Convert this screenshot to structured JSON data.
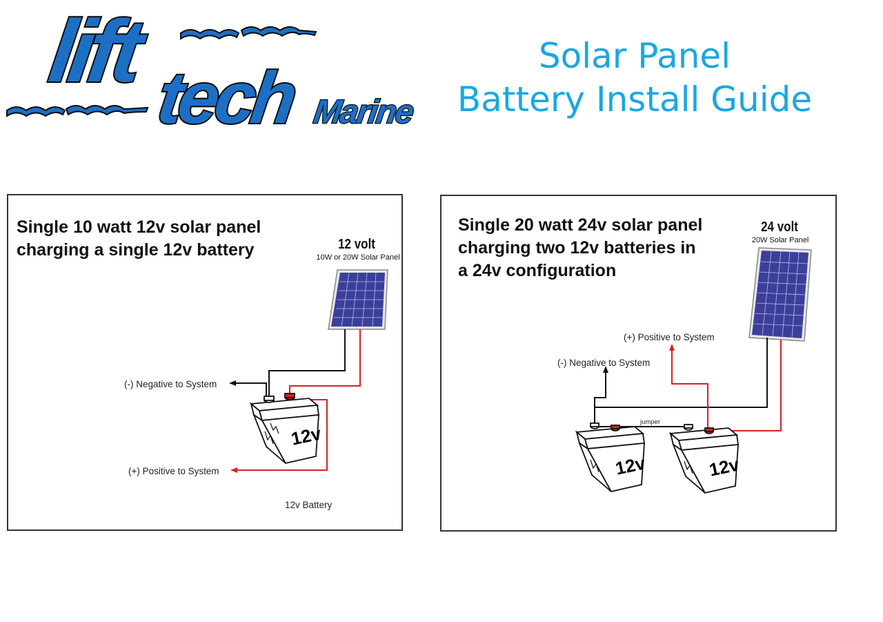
{
  "logo": {
    "lift": "lift",
    "tech": "tech",
    "marine": "Marine"
  },
  "header": {
    "line1": "Solar Panel",
    "line2": "Battery Install Guide"
  },
  "colors": {
    "title_blue": "#1aa7e0",
    "logo_blue": "#1d6fc4",
    "wire_red": "#d62222",
    "panel_blue": "#3c3f9a"
  },
  "panels": [
    {
      "title_lines": [
        "Single 10 watt 12v solar panel",
        "charging a single 12v battery"
      ],
      "solar_voltage": "12 volt",
      "solar_desc": "10W  or 20W Solar Panel",
      "negative_label": "(-) Negative to System",
      "positive_label": "(+) Positive to System",
      "battery_label": "12v Battery",
      "battery_text": "12v"
    },
    {
      "title_lines": [
        "Single 20 watt 24v solar panel",
        "charging two 12v batteries in",
        "a 24v configuration"
      ],
      "solar_voltage": "24 volt",
      "solar_desc": "20W Solar Panel",
      "positive_label": "(+) Positive to System",
      "negative_label": "(-) Negative to System",
      "jumper_label": "jumper",
      "battery_text": "12v"
    }
  ]
}
